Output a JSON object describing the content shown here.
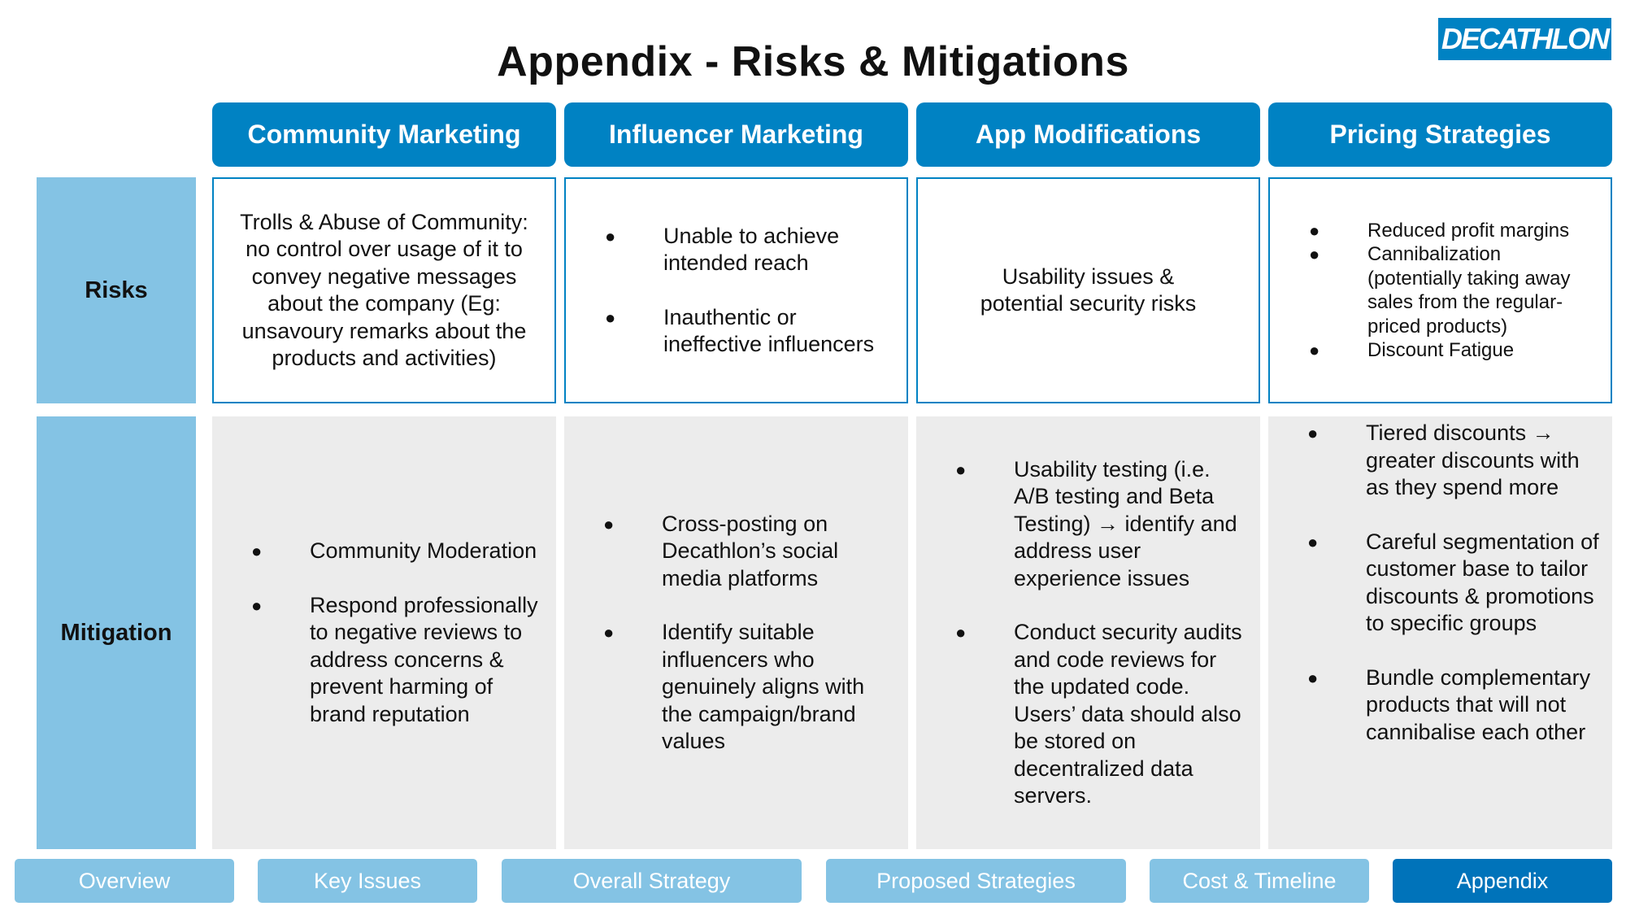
{
  "title": "Appendix - Risks & Mitigations",
  "logo": {
    "text": "DECATHLON"
  },
  "colors": {
    "brand_blue": "#0082c3",
    "light_blue": "#84c3e4",
    "mitigation_bg": "#ececec",
    "nav_active": "#0073ba"
  },
  "columns": [
    {
      "header": "Community Marketing"
    },
    {
      "header": "Influencer Marketing"
    },
    {
      "header": "App Modifications"
    },
    {
      "header": "Pricing Strategies"
    }
  ],
  "rows": {
    "risks_label": "Risks",
    "mitigation_label": "Mitigation"
  },
  "risks": {
    "community": "Trolls & Abuse of Community: no control over usage of it to convey negative messages about the company (Eg: unsavoury remarks about the products and activities)",
    "influencer": [
      "Unable to achieve intended reach",
      "Inauthentic or ineffective influencers"
    ],
    "app": "Usability issues & potential security risks",
    "pricing": [
      "Reduced profit margins",
      "Cannibalization (potentially taking away sales from the regular-priced products)",
      "Discount Fatigue"
    ]
  },
  "mitigation": {
    "community": [
      "Community Moderation",
      "Respond professionally to negative reviews to address concerns & prevent harming of brand reputation"
    ],
    "influencer": [
      "Cross-posting on Decathlon’s social media platforms",
      "Identify suitable influencers who genuinely aligns with the campaign/brand values"
    ],
    "app": [
      "Usability testing (i.e. A/B testing and Beta Testing) → identify and address user experience issues",
      "Conduct security audits and code reviews for the updated code. Users’ data should also be stored on decentralized data servers."
    ],
    "pricing": [
      "Tiered discounts → greater discounts with as they spend more",
      "Careful segmentation of customer base to tailor discounts & promotions to specific groups",
      "Bundle complementary products that will not cannibalise each other"
    ]
  },
  "bullet_glyph": "●",
  "nav": [
    {
      "label": "Overview",
      "active": false
    },
    {
      "label": "Key Issues",
      "active": false
    },
    {
      "label": "Overall Strategy",
      "active": false
    },
    {
      "label": "Proposed Strategies",
      "active": false
    },
    {
      "label": "Cost & Timeline",
      "active": false
    },
    {
      "label": "Appendix",
      "active": true
    }
  ]
}
